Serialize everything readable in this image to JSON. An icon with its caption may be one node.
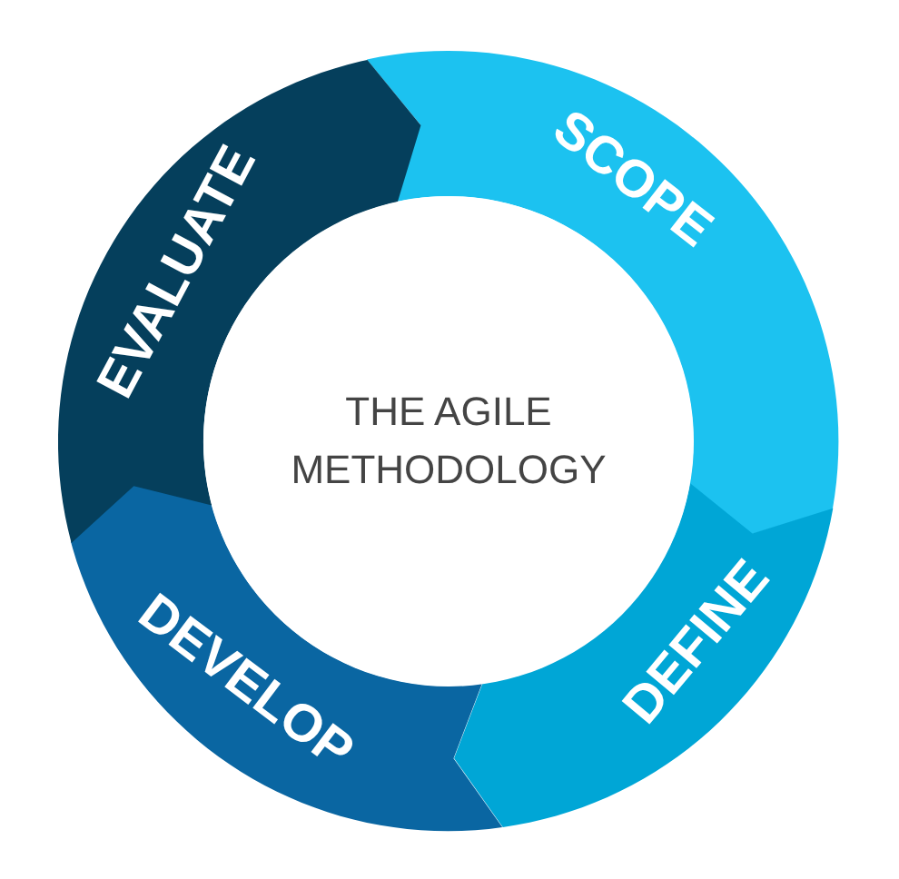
{
  "diagram": {
    "nodes": [
      {
        "text": [
          "THE AGILE METHODOLOGY"
        ]
      },
      {
        "text": [
          "SCOPE"
        ]
      },
      {
        "text": [
          "DEFINE"
        ]
      },
      {
        "text": [
          "DEVELOP"
        ]
      },
      {
        "text": [
          "EVALUATE"
        ]
      }
    ]
  }
}
